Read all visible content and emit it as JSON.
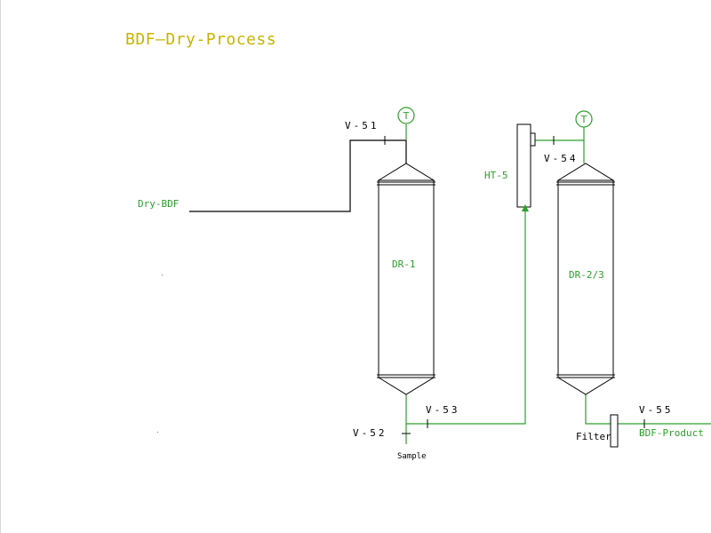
{
  "title": "BDF—Dry-Process",
  "colors": {
    "title": "#c8b400",
    "pipe": "#2ca02c",
    "equipment_outline": "#000000",
    "label_green": "#2ca02c",
    "label_black": "#000000"
  },
  "equipment": {
    "dr1": "DR-1",
    "dr23": "DR-2/3",
    "ht5": "HT-5",
    "filter": "Filter"
  },
  "streams": {
    "feed": "Dry-BDF",
    "product": "BDF-Product",
    "sample": "Sample"
  },
  "valves": {
    "v51": "V-51",
    "v52": "V-52",
    "v53": "V-53",
    "v54": "V-54",
    "v55": "V-55"
  },
  "instruments": {
    "t1": "T",
    "t2": "T"
  }
}
